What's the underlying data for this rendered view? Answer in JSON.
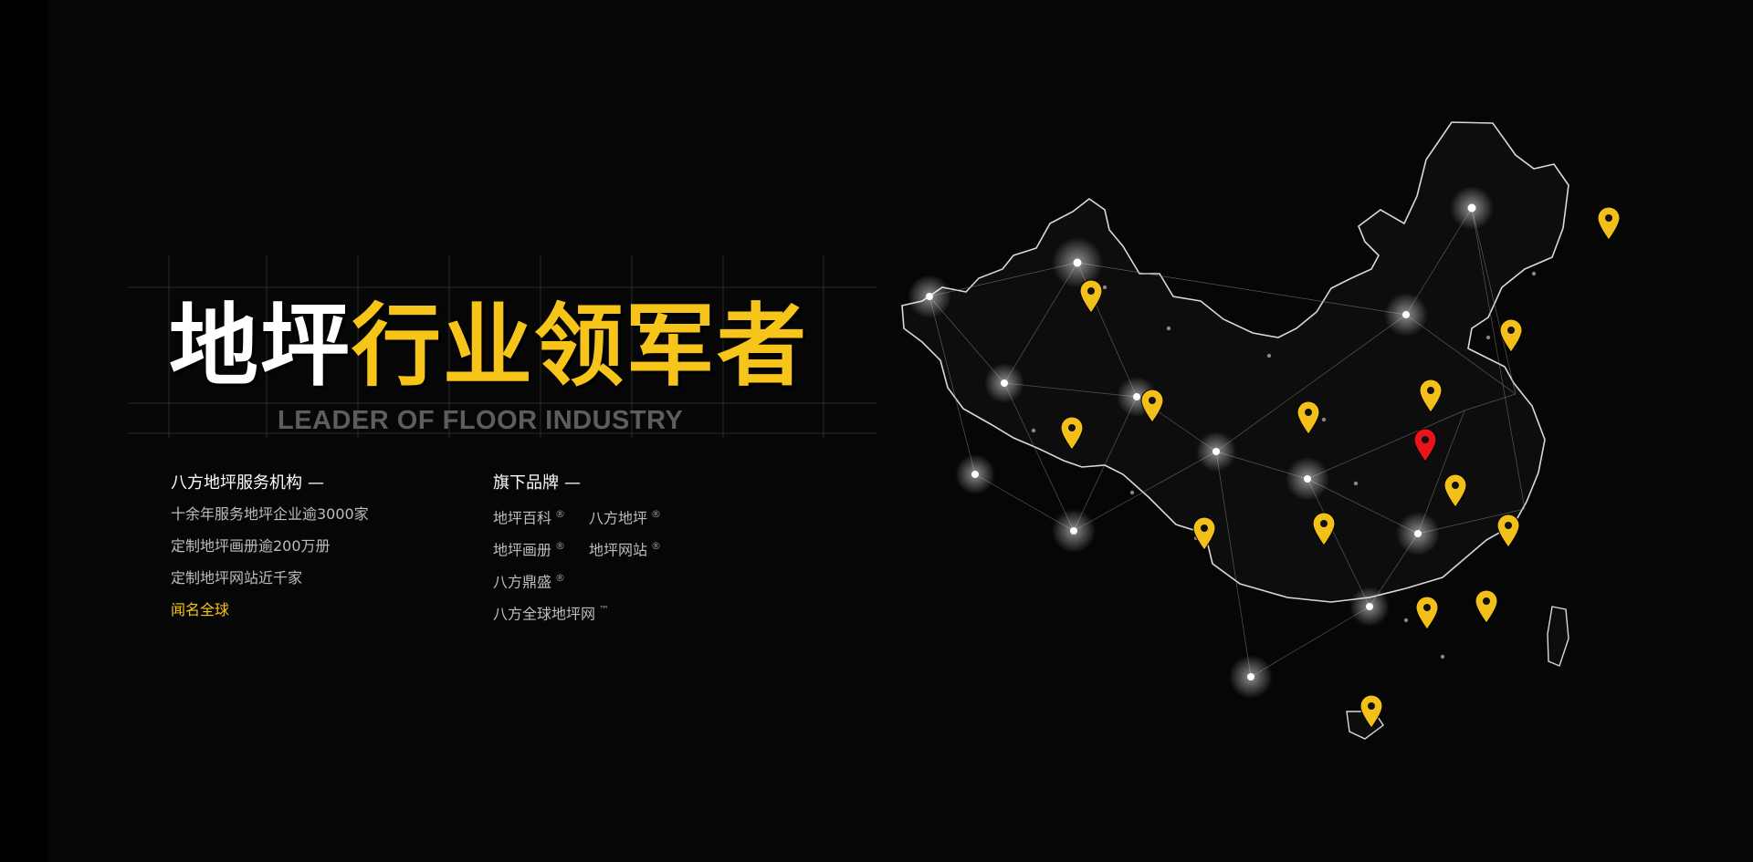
{
  "headline": {
    "part_white": "地坪",
    "part_yellow": "行业领军者",
    "subtitle": "LEADER OF FLOOR INDUSTRY"
  },
  "services": {
    "title": "八方地坪服务机构",
    "dash": "—",
    "items": [
      "十余年服务地坪企业逾3000家",
      "定制地坪画册逾200万册",
      "定制地坪网站近千家"
    ],
    "highlight": "闻名全球"
  },
  "brands": {
    "title": "旗下品牌",
    "dash": "—",
    "rows": [
      [
        {
          "name": "地坪百科",
          "mark": "®"
        },
        {
          "name": "八方地坪",
          "mark": "®"
        }
      ],
      [
        {
          "name": "地坪画册",
          "mark": "®"
        },
        {
          "name": "地坪网站",
          "mark": "®"
        }
      ],
      [
        {
          "name": "八方鼎盛",
          "mark": "®"
        }
      ],
      [
        {
          "name": "八方全球地坪网",
          "mark": "™"
        }
      ]
    ]
  },
  "colors": {
    "accent": "#f7c51a",
    "marker_highlight": "#e8141c",
    "background": "#060606"
  }
}
